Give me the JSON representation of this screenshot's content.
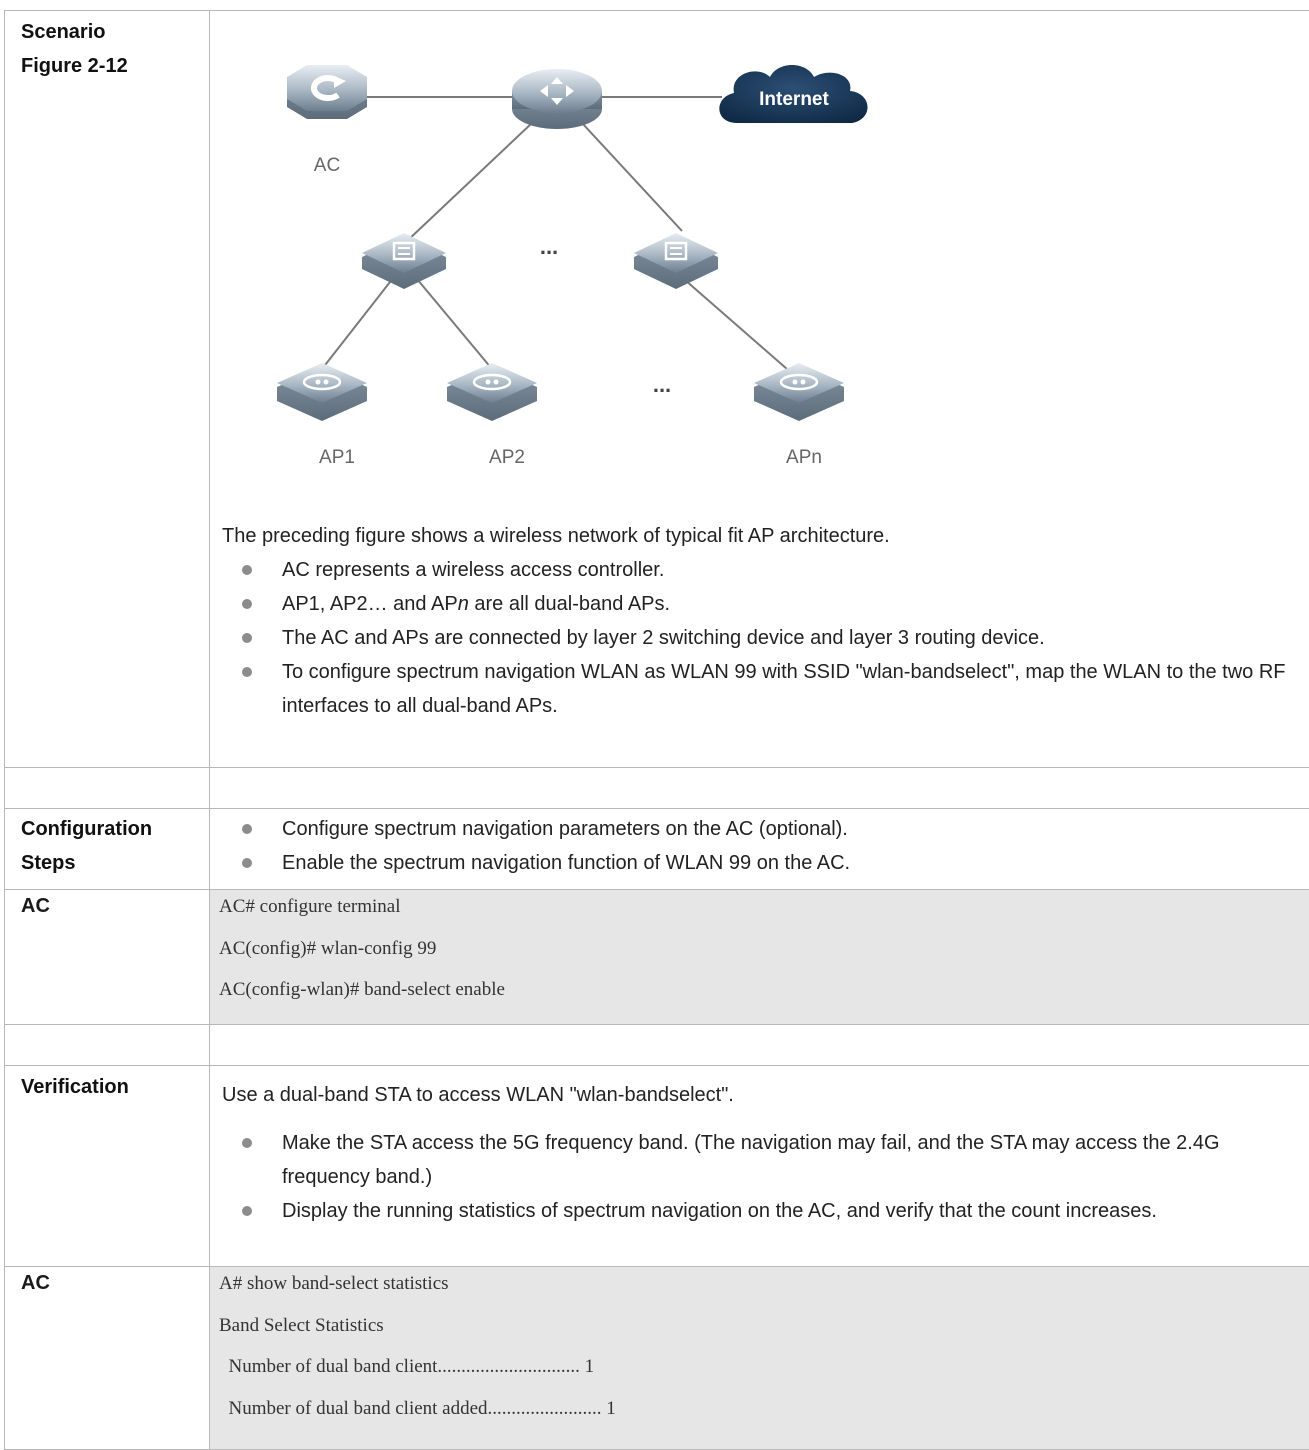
{
  "scenario": {
    "label_line1": "Scenario",
    "label_line2": "Figure 2-12",
    "figure": {
      "nodes": {
        "ac": "AC",
        "internet": "Internet",
        "ap1": "AP1",
        "ap2": "AP2",
        "apn": "APn",
        "ellipsis_switch": "...",
        "ellipsis_ap": "..."
      }
    },
    "description": "The preceding figure shows a wireless network of typical fit AP architecture.",
    "bullets": [
      "AC represents a wireless access controller.",
      "The AC and APs are connected by layer 2 switching device and layer 3 routing device.",
      "To configure spectrum navigation WLAN as WLAN 99 with SSID \"wlan-bandselect\", map the WLAN to the two RF interfaces to all dual-band APs."
    ],
    "bullet2": {
      "pre": "AP1, AP2… and AP",
      "italic": "n",
      "post": " are all dual-band APs."
    }
  },
  "config_steps": {
    "label_line1": "Configuration",
    "label_line2": "Steps",
    "bullets": [
      "Configure spectrum navigation parameters on the AC (optional).",
      "Enable the spectrum navigation function of WLAN 99 on the AC."
    ]
  },
  "ac_config": {
    "label": "AC",
    "lines": [
      "AC# configure terminal",
      "AC(config)# wlan-config 99",
      "AC(config-wlan)# band-select enable"
    ]
  },
  "verification": {
    "label": "Verification",
    "description": "Use a dual-band STA to access WLAN \"wlan-bandselect\".",
    "bullets": [
      "Make the STA access the 5G frequency band. (The navigation may fail, and the STA may access the 2.4G frequency band.)",
      "Display the running statistics of spectrum navigation on the AC, and verify that the count increases."
    ]
  },
  "ac_verify": {
    "label": "AC",
    "lines": [
      "A# show band-select statistics",
      "Band Select Statistics",
      "  Number of dual band client.............................. 1",
      "  Number of dual band client added........................ 1"
    ]
  }
}
